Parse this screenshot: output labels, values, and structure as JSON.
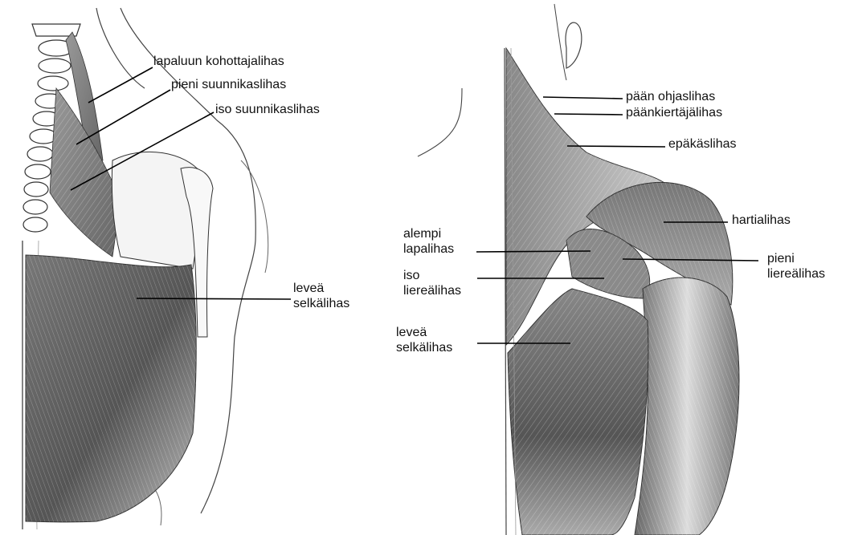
{
  "left_figure": {
    "labels": {
      "levator_scapulae": "lapaluun kohottajalihas",
      "rhomboid_minor": "pieni suunnikaslihas",
      "rhomboid_major": "iso suunnikaslihas",
      "latissimus_line1": "leveä",
      "latissimus_line2": "selkälihas"
    }
  },
  "right_figure": {
    "labels": {
      "splenius_capitis": "pään ohjaslihas",
      "sternocleidomastoid": "päänkiertäjälihas",
      "trapezius": "epäkäslihas",
      "deltoid": "hartialihas",
      "infraspinatus_line1": "alempi",
      "infraspinatus_line2": "lapalihas",
      "teres_minor_line1": "pieni",
      "teres_minor_line2": "liereälihas",
      "teres_major_line1": "iso",
      "teres_major_line2": "liereälihas",
      "latissimus_line1": "leveä",
      "latissimus_line2": "selkälihas"
    }
  }
}
